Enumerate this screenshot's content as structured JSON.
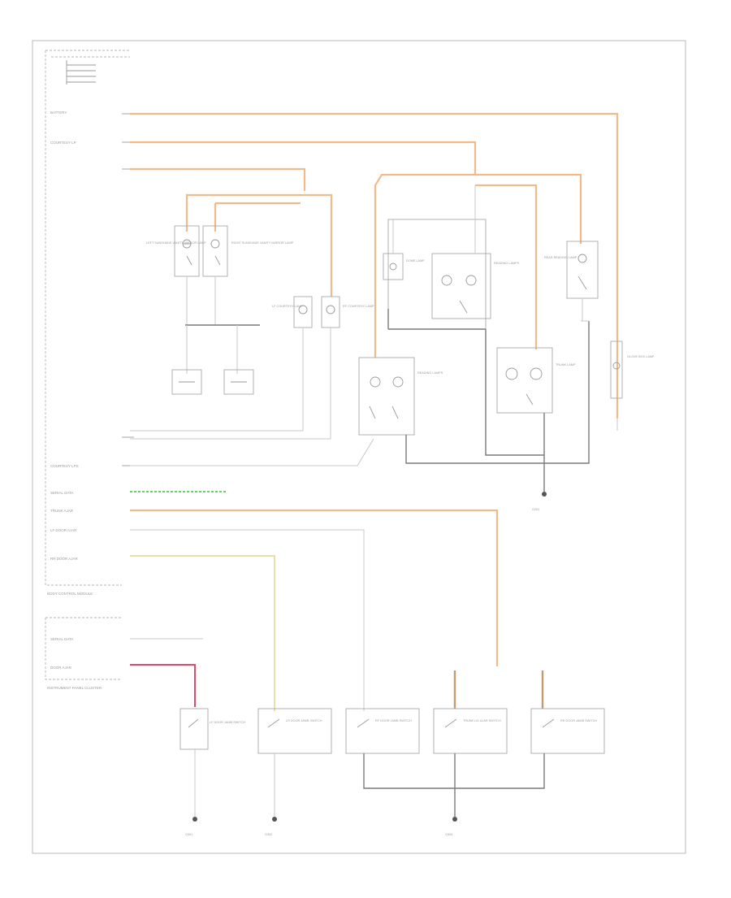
{
  "diagram": {
    "code_label": "",
    "colors": {
      "border": "#b0b0b0",
      "orange_wire": "#f4b98a",
      "green_wire": "#4cd04c",
      "yellow_wire": "#e8e0a8",
      "red_wire": "#ee4466",
      "brown_wire": "#c49a70",
      "dark_wire": "#7a7a7a",
      "ground": "#555555"
    },
    "bcm_rows": [
      {
        "name": "BATTERY",
        "pin": "",
        "wire_color": "",
        "circuit": ""
      },
      {
        "name": "COURTESY LP",
        "pin": "",
        "wire_color": "",
        "circuit": ""
      },
      {
        "name": "",
        "pin": "",
        "wire_color": "",
        "circuit": ""
      },
      {
        "name": "COURTESY LPS",
        "pin": "",
        "wire_color": "",
        "circuit": ""
      },
      {
        "name": "SERIAL DATA",
        "pin": "",
        "wire_color": "",
        "circuit": ""
      },
      {
        "name": "TRUNK AJAR",
        "pin": "",
        "wire_color": "",
        "circuit": ""
      },
      {
        "name": "LF DOOR AJAR",
        "pin": "",
        "wire_color": "",
        "circuit": ""
      },
      {
        "name": "RR DOOR AJAR",
        "pin": "",
        "wire_color": "",
        "circuit": ""
      }
    ],
    "ipc_rows": [
      {
        "name": "SERIAL DATA",
        "pin": "",
        "wire_color": "",
        "circuit": ""
      },
      {
        "name": "DOOR AJAR",
        "pin": "",
        "wire_color": "",
        "circuit": ""
      }
    ],
    "module_labels": {
      "bcm": "BODY CONTROL MODULE",
      "ipc": "INSTRUMENT PANEL CLUSTER"
    },
    "components": [
      {
        "id": "lh-visor",
        "name": "LEFT SUNSHADE VANITY MIRROR LAMP"
      },
      {
        "id": "rh-visor",
        "name": "RIGHT SUNSHADE VANITY MIRROR LAMP"
      },
      {
        "id": "lf-courtesy",
        "name": "LF COURTESY LAMP"
      },
      {
        "id": "rf-courtesy",
        "name": "RF COURTESY LAMP"
      },
      {
        "id": "dome-lamp",
        "name": "DOME LAMP"
      },
      {
        "id": "reading-lamps",
        "name": "READING LAMPS"
      },
      {
        "id": "rear-reading",
        "name": "REAR READING LAMP"
      },
      {
        "id": "trunk-lamp",
        "name": "TRUNK LAMP"
      },
      {
        "id": "glove-box",
        "name": "GLOVE BOX LAMP"
      },
      {
        "id": "door-sw-lf",
        "name": "LF DOOR JAMB SWITCH"
      },
      {
        "id": "door-sw-lr",
        "name": "LR DOOR JAMB SWITCH"
      },
      {
        "id": "door-sw-rf",
        "name": "RF DOOR JAMB SWITCH"
      },
      {
        "id": "door-sw-rr",
        "name": "RR DOOR JAMB SWITCH"
      },
      {
        "id": "trunk-sw",
        "name": "TRUNK LID AJAR SWITCH"
      }
    ],
    "grounds": [
      "G201",
      "G301",
      "G302",
      "G303"
    ]
  }
}
